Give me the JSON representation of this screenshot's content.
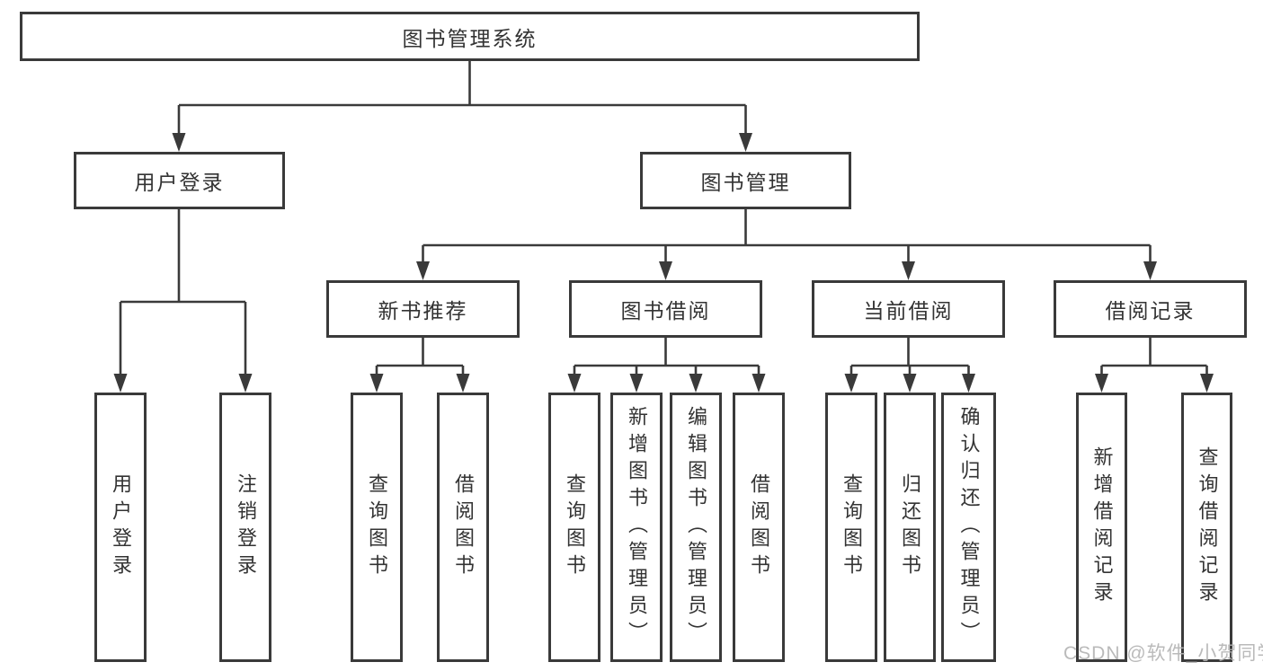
{
  "diagram": {
    "type": "hierarchy-tree",
    "root": {
      "label": "图书管理系统"
    },
    "branches": [
      {
        "label": "用户登录",
        "children": [
          {
            "label": "用户登录"
          },
          {
            "label": "注销登录"
          }
        ]
      },
      {
        "label": "图书管理",
        "groups": [
          {
            "label": "新书推荐",
            "children": [
              {
                "label": "查询图书"
              },
              {
                "label": "借阅图书"
              }
            ]
          },
          {
            "label": "图书借阅",
            "children": [
              {
                "label": "查询图书"
              },
              {
                "label": "新增图书（管理员）"
              },
              {
                "label": "编辑图书（管理员）"
              },
              {
                "label": "借阅图书"
              }
            ]
          },
          {
            "label": "当前借阅",
            "children": [
              {
                "label": "查询图书"
              },
              {
                "label": "归还图书"
              },
              {
                "label": "确认归还（管理员）"
              }
            ]
          },
          {
            "label": "借阅记录",
            "children": [
              {
                "label": "新增借阅记录"
              },
              {
                "label": "查询借阅记录"
              }
            ]
          }
        ]
      }
    ]
  },
  "watermark": {
    "text": "CSDN @软件_小贺同学",
    "color": "#b5b5b5"
  },
  "colors": {
    "line": "#3a3a3a",
    "box_border": "#3a3a3a",
    "text": "#333333",
    "background": "#ffffff"
  }
}
